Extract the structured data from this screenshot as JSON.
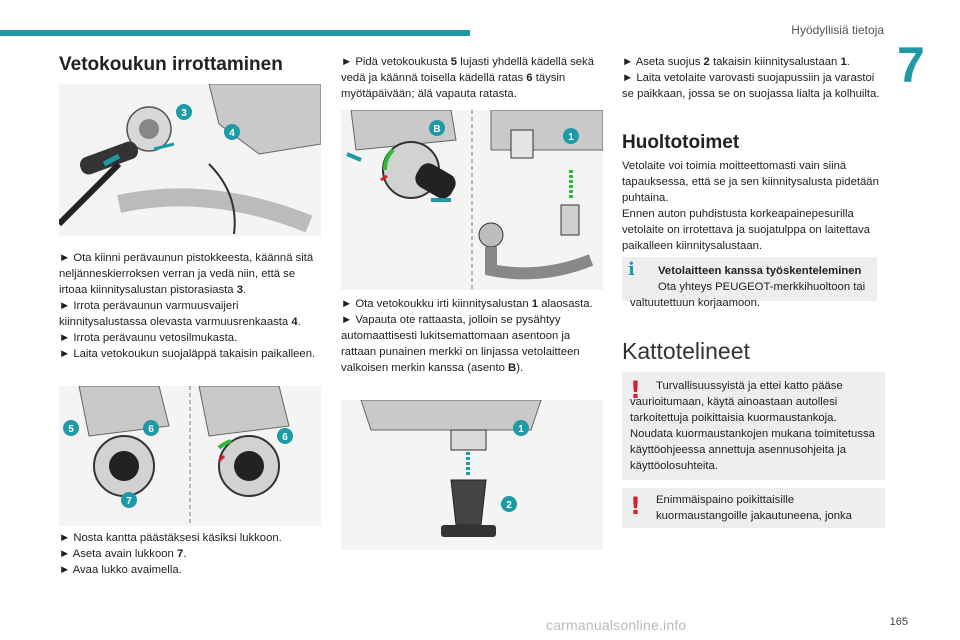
{
  "header": {
    "title": "Hyödyllisiä tietoja",
    "chapter": "7"
  },
  "page_number": "165",
  "watermark": "carmanualsonline.info",
  "col1": {
    "heading": "Vetokoukun irrottaminen",
    "para1": [
      "► Ota kiinni perävaunun pistokkeesta, käännä sitä neljänneskierroksen verran ja vedä niin, että se irtoaa kiinnitysalustan pistorasiasta ",
      "3",
      ".",
      "► Irrota perävaunun varmuusvaijeri kiinnitysalustassa olevasta varmuusrenkaasta ",
      "4",
      ".",
      "► Irrota perävaunu vetosilmukasta.",
      "► Laita vetokoukun suojaläppä takaisin paikalleen."
    ],
    "para2": [
      "► Nosta kantta päästäksesi käsiksi lukkoon.",
      "► Aseta avain lukkoon ",
      "7",
      ".",
      "► Avaa lukko avaimella."
    ],
    "figure1_markers": [
      "3",
      "4"
    ],
    "figure2_markers": [
      "5",
      "6",
      "7",
      "6"
    ]
  },
  "col2": {
    "para1": [
      "► Pidä vetokoukusta ",
      "5",
      " lujasti yhdellä kädellä sekä vedä ja käännä toisella kädellä ratas ",
      "6",
      " täysin myötäpäivään; älä vapauta ratasta."
    ],
    "para2": [
      "► Ota vetokoukku irti kiinnitysalustan ",
      "1",
      " alaosasta.",
      "► Vapauta ote rattaasta, jolloin se pysähtyy automaattisesti lukitsemattomaan asentoon ja rattaan punainen merkki on linjassa vetolaitteen valkoisen merkin kanssa (asento ",
      "B",
      ")."
    ],
    "figure3_markers": [
      "B",
      "1"
    ],
    "figure4_markers": [
      "1",
      "2"
    ]
  },
  "col3": {
    "para1": [
      "► Aseta suojus ",
      "2",
      " takaisin kiinnitysalustaan ",
      "1",
      ".",
      "► Laita vetolaite varovasti suojapussiin ja varastoi se paikkaan, jossa se on suojassa lialta ja kolhuilta."
    ],
    "heading2": "Huoltotoimet",
    "para2": [
      "Vetolaite voi toimia moitteettomasti vain siinä tapauksessa, että se ja sen kiinnitysalusta pidetään puhtaina.",
      "Ennen auton puhdistusta korkeapainepesurilla vetolaite on irrotettava ja suojatulppa on laitettava paikalleen kiinnitysalustaan."
    ],
    "info": {
      "title": "Vetolaitteen kanssa työskenteleminen",
      "text": "Ota yhteys PEUGEOT-merkkihuoltoon tai valtuutettuun korjaamoon."
    },
    "heading3": "Kattotelineet",
    "warn1": "Turvallisuussyistä ja ettei katto pääse vaurioitumaan, käytä ainoastaan autollesi tarkoitettuja poikittaisia kuormaustankoja. Noudata kuormaustankojen mukana toimitetussa käyttöohjeessa annettuja asennusohjeita ja käyttöolosuhteita.",
    "warn2": "Enimmäispaino poikittaisille kuormaustangoille jakautuneena, jonka"
  },
  "colors": {
    "accent": "#1d9aa6",
    "warning": "#d4202a",
    "box": "#eeeeee"
  }
}
